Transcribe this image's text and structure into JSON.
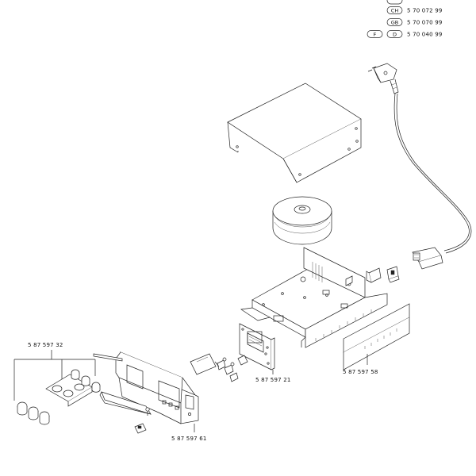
{
  "variants": [
    {
      "codes": [
        "CH"
      ],
      "number": "5 70 072 99"
    },
    {
      "codes": [
        "GB"
      ],
      "number": "5 70 070 99"
    },
    {
      "codes": [
        "F",
        "D"
      ],
      "number": "5 70 040 99"
    }
  ],
  "part_labels": {
    "knob_set": "5 87 597 32",
    "control_plate": "5 87 597 21",
    "side_panel": "5 87 597 58",
    "front_panel": "5 87 597 61"
  }
}
